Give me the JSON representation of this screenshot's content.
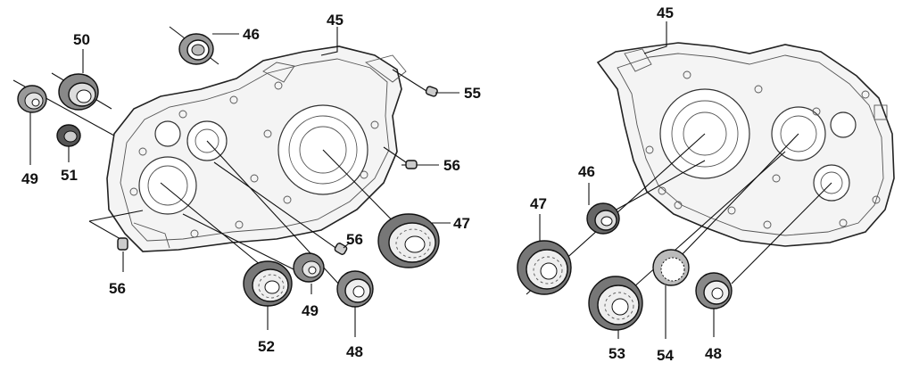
{
  "diagram": {
    "callouts": [
      {
        "id": "45a",
        "text": "45"
      },
      {
        "id": "46a",
        "text": "46"
      },
      {
        "id": "50",
        "text": "50"
      },
      {
        "id": "49a",
        "text": "49"
      },
      {
        "id": "51",
        "text": "51"
      },
      {
        "id": "55",
        "text": "55"
      },
      {
        "id": "56a",
        "text": "56"
      },
      {
        "id": "47a",
        "text": "47"
      },
      {
        "id": "56b",
        "text": "56"
      },
      {
        "id": "56c",
        "text": "56"
      },
      {
        "id": "52",
        "text": "52"
      },
      {
        "id": "49b",
        "text": "49"
      },
      {
        "id": "48a",
        "text": "48"
      },
      {
        "id": "45b",
        "text": "45"
      },
      {
        "id": "46b",
        "text": "46"
      },
      {
        "id": "47b",
        "text": "47"
      },
      {
        "id": "53",
        "text": "53"
      },
      {
        "id": "54",
        "text": "54"
      },
      {
        "id": "48b",
        "text": "48"
      }
    ]
  }
}
